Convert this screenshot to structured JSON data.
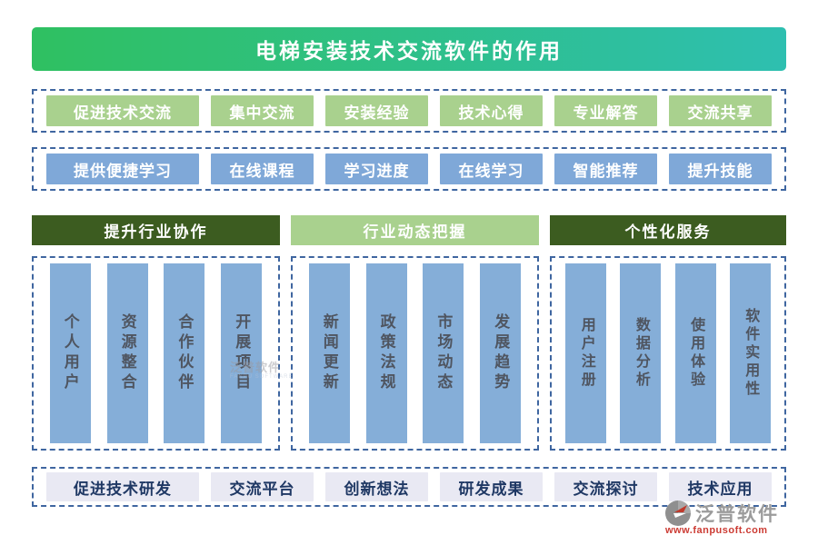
{
  "title": "电梯安装技术交流软件的作用",
  "button_rows": {
    "communication": {
      "items": [
        "促进技术交流",
        "集中交流",
        "安装经验",
        "技术心得",
        "专业解答",
        "交流共享"
      ]
    },
    "learning": {
      "items": [
        "提供便捷学习",
        "在线课程",
        "学习进度",
        "在线学习",
        "智能推荐",
        "提升技能"
      ]
    },
    "research": {
      "items": [
        "促进技术研发",
        "交流平台",
        "创新想法",
        "研发成果",
        "交流探讨",
        "技术应用"
      ]
    }
  },
  "sections": [
    {
      "header": "提升行业协作",
      "bars": [
        "个人用户",
        "资源整合",
        "合作伙伴",
        "开展项目"
      ]
    },
    {
      "header": "行业动态把握",
      "bars": [
        "新闻更新",
        "政策法规",
        "市场动态",
        "发展趋势"
      ]
    },
    {
      "header": "个性化服务",
      "bars": [
        "用户注册",
        "数据分析",
        "使用体验",
        "软件实用性"
      ]
    }
  ],
  "watermark": {
    "text": "泛普软件",
    "subtext": "FANPU SOFTWARE"
  },
  "logo": {
    "name": "泛普软件",
    "url": "www.fanpusoft.com"
  },
  "colors": {
    "banner_gradient_left": "#2fc061",
    "banner_gradient_right": "#2ebfb0",
    "green_button": "#a9d18e",
    "blue_button": "#7fa8d8",
    "dark_header": "#3c5c20",
    "light_header": "#a9d18e",
    "bar_fill": "#85aed8",
    "bar_text": "#4f5560",
    "bottom_button_bg": "#e9e9f3",
    "bottom_button_text": "#1f3864",
    "dashed_border": "#3f66a0",
    "logo_url_color": "#cc3b33"
  }
}
